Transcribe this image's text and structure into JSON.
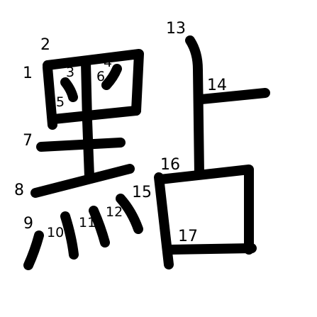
{
  "stroke_order": {
    "numbers": [
      "1",
      "2",
      "3",
      "4",
      "5",
      "6",
      "7",
      "8",
      "9",
      "10",
      "11",
      "12",
      "13",
      "14",
      "15",
      "16",
      "17"
    ]
  },
  "colors": {
    "background": "#ffffff",
    "ink": "#000000"
  }
}
